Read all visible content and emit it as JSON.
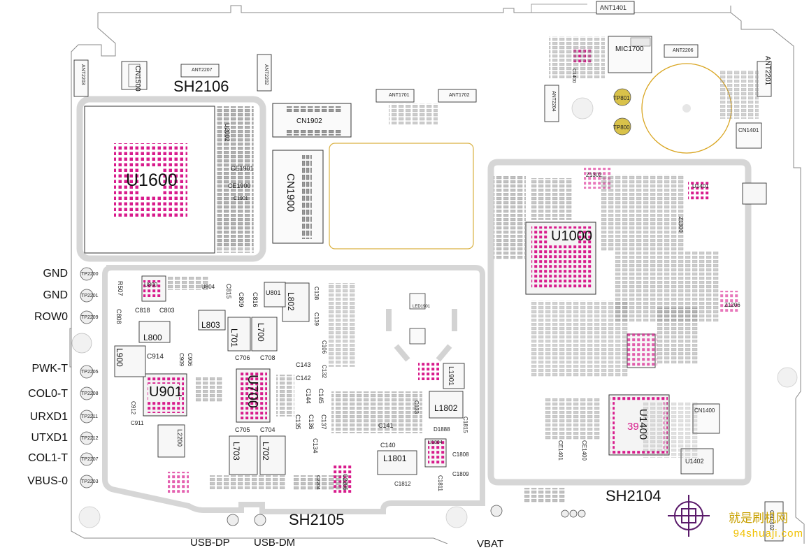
{
  "pins": [
    {
      "id": "TP2200",
      "label": "GND"
    },
    {
      "id": "TP2201",
      "label": "GND"
    },
    {
      "id": "TP2209",
      "label": "ROW0"
    },
    {
      "id": "TP2205",
      "label": "PWK-T"
    },
    {
      "id": "TP2208",
      "label": "COL0-T"
    },
    {
      "id": "TP2211",
      "label": "URXD1"
    },
    {
      "id": "TP2212",
      "label": "UTXD1"
    },
    {
      "id": "TP2207",
      "label": "COL1-T"
    },
    {
      "id": "TP2203",
      "label": "VBUS-0"
    }
  ],
  "shields": {
    "sh2106": "SH2106",
    "sh2105": "SH2105",
    "sh2104": "SH2104"
  },
  "bottom_labels": {
    "usb_dp": "USB-DP",
    "usb_dm": "USB-DM",
    "vbat": "VBAT"
  },
  "chips": {
    "u1600": "U1600",
    "u1000": "U1000",
    "u901": "U901",
    "u700": "U700",
    "u1400": "U1400",
    "cn1900": "CN1900",
    "cn1902": "CN1902",
    "mic1700": "MIC1700"
  },
  "components": {
    "ant1401": "ANT1401",
    "ant2207": "ANT2207",
    "ant1701": "ANT1701",
    "ant1702": "ANT1702",
    "ant2206": "ANT2206",
    "ant2201": "ANT2201",
    "ant2203": "ANT2203",
    "ant2202": "ANT2202",
    "ant2204": "ANT2204",
    "cn1500": "CN1500",
    "cn1401": "CN1401",
    "cn1400": "CN1400",
    "cn1402": "CN1402",
    "tp801": "TP801",
    "tp800": "TP800",
    "u2002": "U2002",
    "ce1901": "CE1901",
    "ce1900": "CE1900",
    "c1901": "C1901",
    "l800": "L800",
    "l802": "L802",
    "l803": "L803",
    "l900": "L900",
    "l700": "L700",
    "l701": "L701",
    "l702": "L702",
    "l703": "L703",
    "l1801": "L1801",
    "l1802": "L1802",
    "l1901": "L1901",
    "l2200": "L2200",
    "u800": "U800",
    "u801": "U801",
    "u804": "U804",
    "u1401": "U1401",
    "u1402": "U1402",
    "u1804": "U1804",
    "c914": "C914",
    "c818": "C818",
    "c803": "C803",
    "c808": "C808",
    "r507": "R507",
    "c815": "C815",
    "c809": "C809",
    "c816": "C816",
    "c705": "C705",
    "c704": "C704",
    "c706": "C706",
    "c708": "C708",
    "c143": "C143",
    "c142": "C142",
    "c144": "C144",
    "c145": "C145",
    "c135": "C135",
    "c136": "C136",
    "c137": "C137",
    "c134": "C134",
    "c141": "C141",
    "c140": "C140",
    "c138": "C138",
    "c139": "C139",
    "c1815": "C1815",
    "c1808": "C1808",
    "c1809": "C1809",
    "c1811": "C1811",
    "c1812": "C1812",
    "d1888": "D1888",
    "led1901": "LED1901",
    "ce1401": "CE1401",
    "ce1400": "CE1400",
    "z1302": "Z1302",
    "z1300": "Z1300",
    "z1206": "Z1206",
    "c912": "C912",
    "c911": "C911",
    "c909": "C909",
    "c906": "C906",
    "c106": "C106",
    "c133": "C133",
    "c132": "C132",
    "c2204": "C2204",
    "c2206": "C2206",
    "c1400": "C1400",
    "u1400_num": "39"
  },
  "watermark": {
    "brand": "就是刷机网",
    "url": "94shuaji.com"
  },
  "colors": {
    "board_edge": "#8a8a8a",
    "shield": "#d6d6d6",
    "pad": "#d81b8c",
    "pad_light": "#e060b0",
    "part_body": "#cfcfcf",
    "part_edge": "#333333",
    "battery_ring": "#d9a520",
    "fpc_outline": "#d9b040"
  }
}
